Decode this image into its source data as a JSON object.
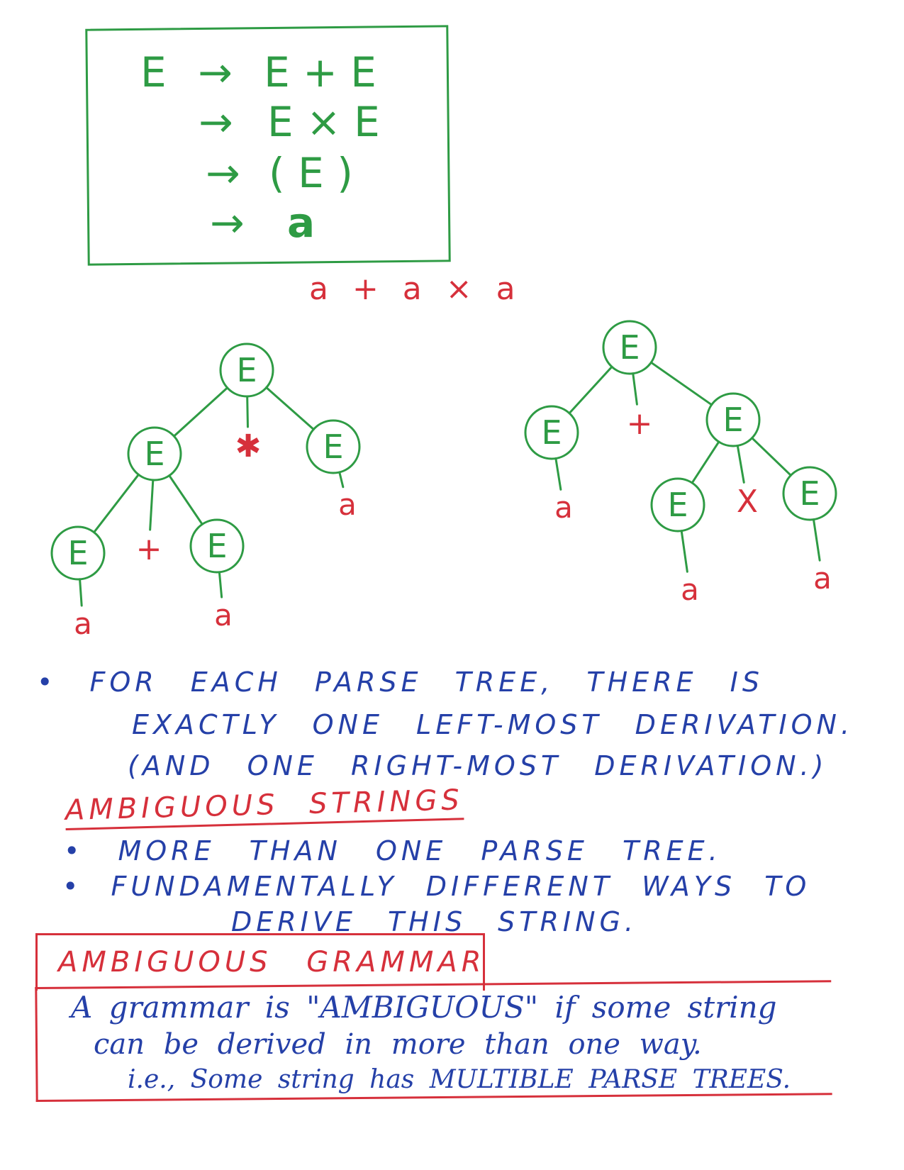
{
  "grammar": {
    "rules": [
      {
        "lhs": "E",
        "arrow": "→",
        "rhs": "E + E"
      },
      {
        "lhs": "",
        "arrow": "→",
        "rhs": "E × E"
      },
      {
        "lhs": "",
        "arrow": "→",
        "rhs": "( E )"
      },
      {
        "lhs": "",
        "arrow": "→",
        "rhs": "a"
      }
    ]
  },
  "input_string": "a + a × a",
  "trees": [
    {
      "nodes": [
        {
          "id": "t1-root",
          "label": "E",
          "type": "nonterminal"
        },
        {
          "id": "t1-left",
          "label": "E",
          "type": "nonterminal"
        },
        {
          "id": "t1-op-mul",
          "label": "✱",
          "type": "operator"
        },
        {
          "id": "t1-right",
          "label": "E",
          "type": "nonterminal"
        },
        {
          "id": "t1-right-a",
          "label": "a",
          "type": "terminal"
        },
        {
          "id": "t1-ll",
          "label": "E",
          "type": "nonterminal"
        },
        {
          "id": "t1-op-plus",
          "label": "+",
          "type": "operator"
        },
        {
          "id": "t1-lr",
          "label": "E",
          "type": "nonterminal"
        },
        {
          "id": "t1-ll-a",
          "label": "a",
          "type": "terminal"
        },
        {
          "id": "t1-lr-a",
          "label": "a",
          "type": "terminal"
        }
      ],
      "edges": [
        [
          "t1-root",
          "t1-left"
        ],
        [
          "t1-root",
          "t1-op-mul"
        ],
        [
          "t1-root",
          "t1-right"
        ],
        [
          "t1-right",
          "t1-right-a"
        ],
        [
          "t1-left",
          "t1-ll"
        ],
        [
          "t1-left",
          "t1-op-plus"
        ],
        [
          "t1-left",
          "t1-lr"
        ],
        [
          "t1-ll",
          "t1-ll-a"
        ],
        [
          "t1-lr",
          "t1-lr-a"
        ]
      ]
    },
    {
      "nodes": [
        {
          "id": "t2-root",
          "label": "E",
          "type": "nonterminal"
        },
        {
          "id": "t2-left",
          "label": "E",
          "type": "nonterminal"
        },
        {
          "id": "t2-op-plus",
          "label": "+",
          "type": "operator"
        },
        {
          "id": "t2-right",
          "label": "E",
          "type": "nonterminal"
        },
        {
          "id": "t2-left-a",
          "label": "a",
          "type": "terminal"
        },
        {
          "id": "t2-rl",
          "label": "E",
          "type": "nonterminal"
        },
        {
          "id": "t2-op-mul",
          "label": "X",
          "type": "operator"
        },
        {
          "id": "t2-rr",
          "label": "E",
          "type": "nonterminal"
        },
        {
          "id": "t2-rl-a",
          "label": "a",
          "type": "terminal"
        },
        {
          "id": "t2-rr-a",
          "label": "a",
          "type": "terminal"
        }
      ],
      "edges": [
        [
          "t2-root",
          "t2-left"
        ],
        [
          "t2-root",
          "t2-op-plus"
        ],
        [
          "t2-root",
          "t2-right"
        ],
        [
          "t2-left",
          "t2-left-a"
        ],
        [
          "t2-right",
          "t2-rl"
        ],
        [
          "t2-right",
          "t2-op-mul"
        ],
        [
          "t2-right",
          "t2-rr"
        ],
        [
          "t2-rl",
          "t2-rl-a"
        ],
        [
          "t2-rr",
          "t2-rr-a"
        ]
      ]
    }
  ],
  "notes": {
    "bullet1": [
      "• FOR EACH PARSE TREE, THERE IS",
      "EXACTLY ONE LEFT-MOST DERIVATION.",
      "(AND ONE RIGHT-MOST DERIVATION.)"
    ],
    "ambiguous_strings": {
      "heading": "AMBIGUOUS STRINGS",
      "bullets": [
        "• MORE THAN ONE PARSE TREE.",
        "• FUNDAMENTALLY DIFFERENT WAYS TO",
        "DERIVE THIS STRING."
      ]
    },
    "ambiguous_grammar": {
      "heading": "AMBIGUOUS GRAMMAR",
      "lines": [
        "A grammar is \"AMBIGUOUS\" if some string",
        "can be derived in more than one way.",
        "i.e., Some string has MULTIBLE PARSE TREES."
      ]
    }
  },
  "colors": {
    "green": "#2e9b44",
    "red": "#d6303b",
    "blue": "#2540a8"
  }
}
